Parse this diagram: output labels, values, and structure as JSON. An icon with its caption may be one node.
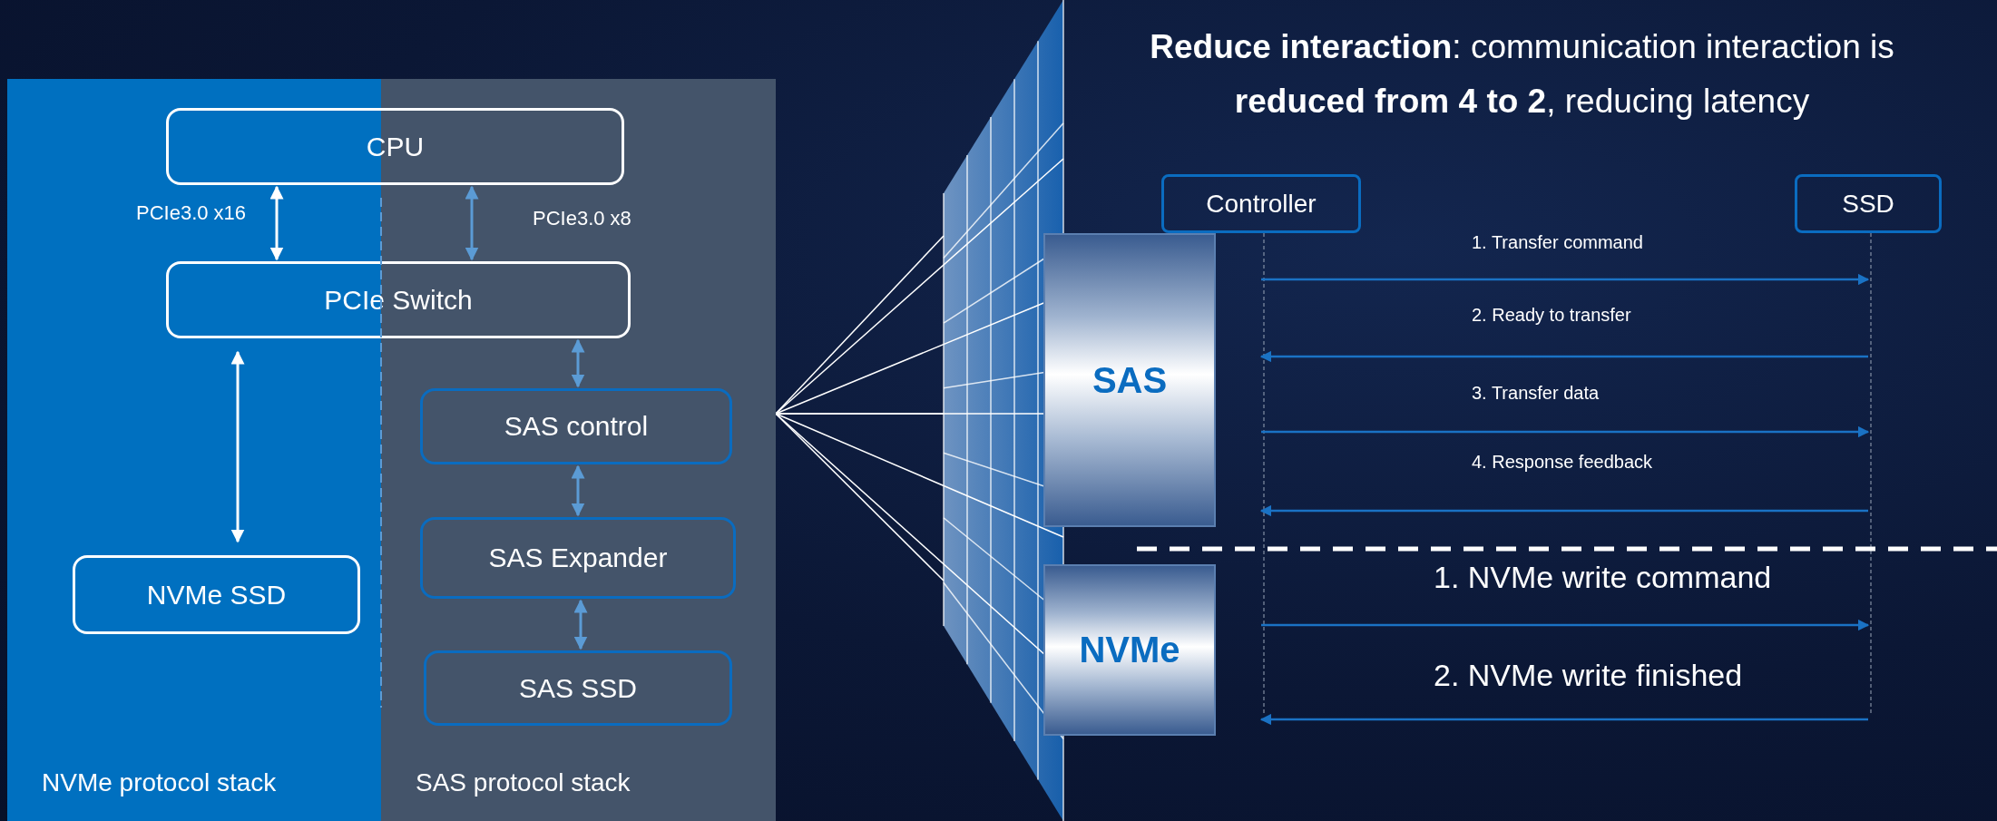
{
  "diagram": {
    "title": "**Reduce interaction**: communication interaction is **reduced from 4 to 2**, reducing latency",
    "nodes": [
      {
        "text": [
          "NVMe protocol stack"
        ]
      },
      {
        "text": [
          "SAS protocol stack"
        ]
      },
      {
        "text": [
          "CPU"
        ]
      },
      {
        "text": [
          "PCIe Switch"
        ]
      },
      {
        "text": [
          "SAS control"
        ],
        "in": 1
      },
      {
        "text": [
          "SAS Expander"
        ],
        "in": 1
      },
      {
        "text": [
          "SAS SSD"
        ],
        "in": 1
      },
      {
        "text": [
          "NVMe SSD"
        ],
        "in": 0
      },
      {
        "text": [
          "Controller"
        ]
      },
      {
        "text": [
          "SSD"
        ]
      },
      {
        "text": [
          "SAS"
        ]
      },
      {
        "text": [
          "NVMe"
        ]
      }
    ],
    "edges": [
      {
        "from": 2,
        "to": 3,
        "arrow": "both",
        "label": "PCIe3.0 x16",
        "color": "#ffffff"
      },
      {
        "from": 2,
        "to": 3,
        "arrow": "both",
        "label": "PCIe3.0 x8",
        "color": "#5b9bd5"
      },
      {
        "from": 3,
        "to": 7,
        "arrow": "both",
        "color": "#ffffff"
      },
      {
        "from": 3,
        "to": 4,
        "arrow": "both",
        "color": "#5b9bd5"
      },
      {
        "from": 4,
        "to": 5,
        "arrow": "both",
        "color": "#5b9bd5"
      },
      {
        "from": 5,
        "to": 6,
        "arrow": "both",
        "color": "#5b9bd5"
      },
      {
        "from": 8,
        "to": 9,
        "arrow": "to",
        "label": "1. Transfer command"
      },
      {
        "from": 9,
        "to": 8,
        "arrow": "to",
        "label": "2. Ready to transfer"
      },
      {
        "from": 8,
        "to": 9,
        "arrow": "to",
        "label": "3. Transfer data"
      },
      {
        "from": 9,
        "to": 8,
        "arrow": "to",
        "label": "4. Response feedback"
      },
      {
        "from": 8,
        "to": 9,
        "arrow": "to",
        "label": "1. NVMe write command"
      },
      {
        "from": 9,
        "to": 8,
        "arrow": "to",
        "label": "2. NVMe write finished"
      }
    ]
  }
}
